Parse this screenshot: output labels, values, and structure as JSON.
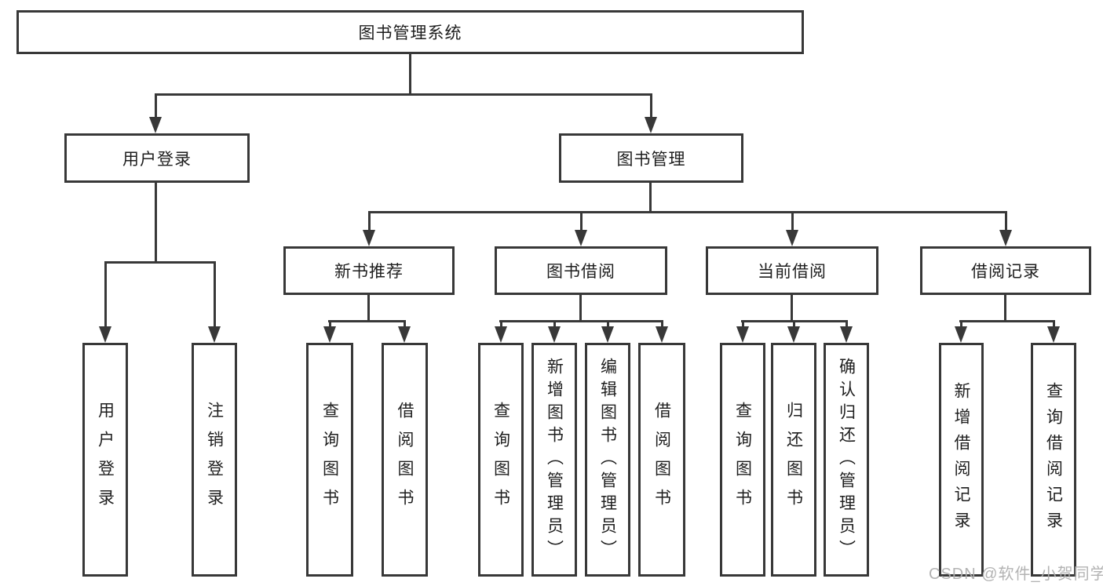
{
  "diagram": {
    "title": "图书管理系统",
    "type": "hierarchy-tree",
    "colors": {
      "line": "#383838",
      "box_border": "#383838",
      "box_fill": "#ffffff",
      "text": "#1e1e1e",
      "watermark": "#afafaf",
      "background": "#ffffff"
    }
  },
  "tree": {
    "root": {
      "label": "图书管理系统",
      "children": [
        {
          "label": "用户登录",
          "children": [
            {
              "label": "用户登录"
            },
            {
              "label": "注销登录"
            }
          ]
        },
        {
          "label": "图书管理",
          "children": [
            {
              "label": "新书推荐",
              "children": [
                {
                  "label": "查询图书"
                },
                {
                  "label": "借阅图书"
                }
              ]
            },
            {
              "label": "图书借阅",
              "children": [
                {
                  "label": "查询图书"
                },
                {
                  "label": "新增图书（管理员）"
                },
                {
                  "label": "编辑图书（管理员）"
                },
                {
                  "label": "借阅图书"
                }
              ]
            },
            {
              "label": "当前借阅",
              "children": [
                {
                  "label": "查询图书"
                },
                {
                  "label": "归还图书"
                },
                {
                  "label": "确认归还（管理员）"
                }
              ]
            },
            {
              "label": "借阅记录",
              "children": [
                {
                  "label": "新增借阅记录"
                },
                {
                  "label": "查询借阅记录"
                }
              ]
            }
          ]
        }
      ]
    }
  },
  "watermark": {
    "text": "CSDN @软件_小贺同学"
  }
}
